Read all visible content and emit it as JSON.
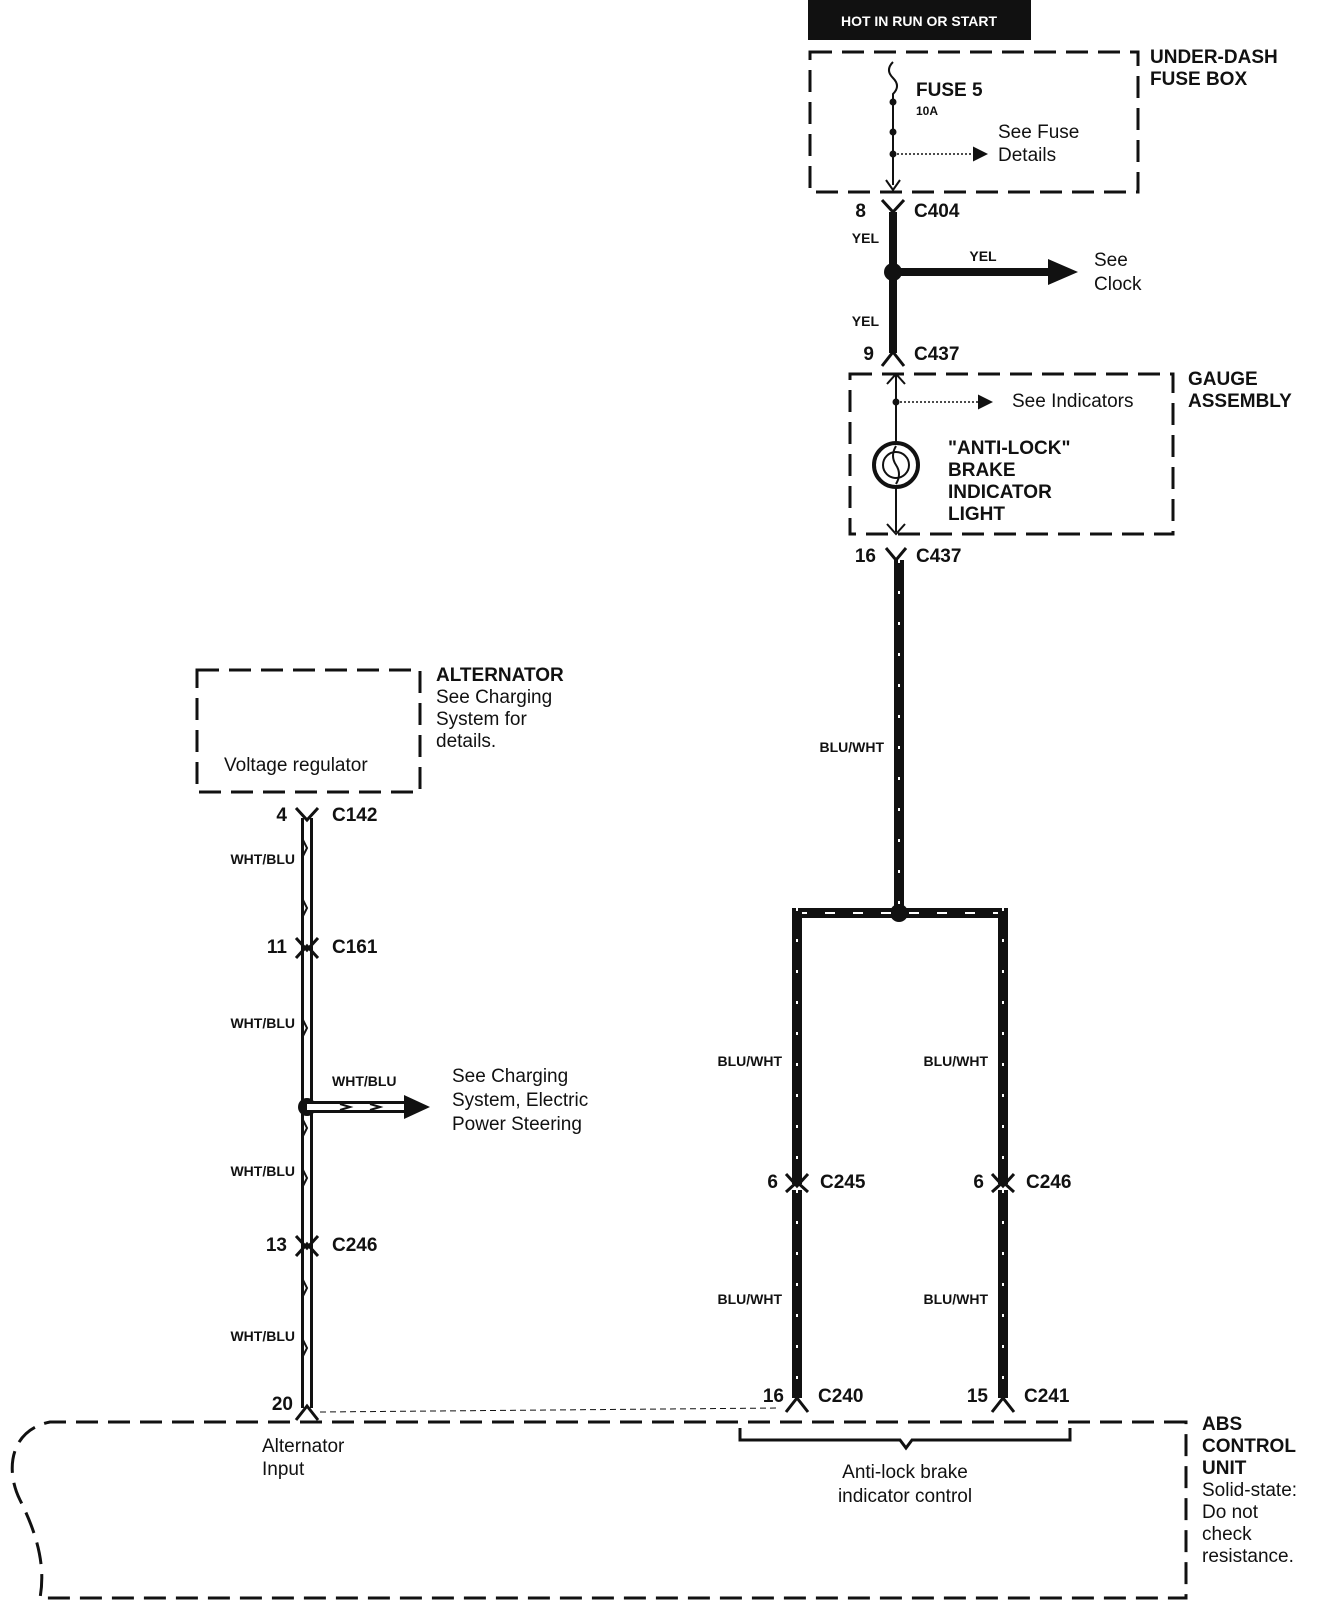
{
  "header": {
    "hot_label": "HOT IN RUN OR START"
  },
  "fuse_box": {
    "title_line1": "UNDER-DASH",
    "title_line2": "FUSE BOX",
    "fuse_name": "FUSE 5",
    "fuse_rating": "10A",
    "see_fuse_line1": "See Fuse",
    "see_fuse_line2": "Details"
  },
  "connector_c404": {
    "pin": "8",
    "name": "C404"
  },
  "yel_wire": {
    "color_label": "YEL",
    "see_clock_line1": "See",
    "see_clock_line2": "Clock"
  },
  "gauge": {
    "top_pin": "9",
    "top_connector": "C437",
    "title_line1": "GAUGE",
    "title_line2": "ASSEMBLY",
    "see_indicators": "See Indicators",
    "light_line1": "\"ANTI-LOCK\"",
    "light_line2": "BRAKE",
    "light_line3": "INDICATOR",
    "light_line4": "LIGHT",
    "bottom_pin": "16",
    "bottom_connector": "C437"
  },
  "blu_wht": {
    "color_label": "BLU/WHT"
  },
  "alternator": {
    "title": "ALTERNATOR",
    "note_line1": "See Charging",
    "note_line2": "System for",
    "note_line3": "details.",
    "regulator": "Voltage regulator"
  },
  "wht_blu": {
    "color_label": "WHT/BLU"
  },
  "left_connectors": [
    {
      "pin": "4",
      "name": "C142"
    },
    {
      "pin": "11",
      "name": "C161"
    },
    {
      "pin": "13",
      "name": "C246"
    },
    {
      "pin": "20",
      "name": ""
    }
  ],
  "charging_ref": {
    "line1": "See Charging",
    "line2": "System, Electric",
    "line3": "Power Steering"
  },
  "branch_connectors": [
    {
      "pin": "6",
      "name": "C245"
    },
    {
      "pin": "6",
      "name": "C246"
    },
    {
      "pin": "16",
      "name": "C240"
    },
    {
      "pin": "15",
      "name": "C241"
    }
  ],
  "abs": {
    "title_line1": "ABS",
    "title_line2": "CONTROL",
    "title_line3": "UNIT",
    "note_line1": "Solid-state:",
    "note_line2": "Do not",
    "note_line3": "check",
    "note_line4": "resistance.",
    "alt_input_line1": "Alternator",
    "alt_input_line2": "Input",
    "control_line1": "Anti-lock brake",
    "control_line2": "indicator control"
  }
}
